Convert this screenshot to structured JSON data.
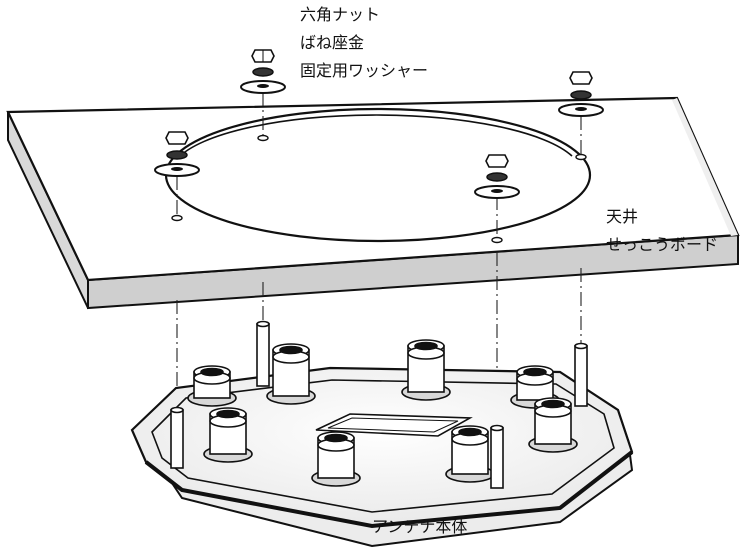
{
  "callouts": {
    "hardware": [
      "六角ナット",
      "ばね座金",
      "固定用ワッシャー"
    ],
    "ceiling": [
      "天井",
      "せっこうボード"
    ],
    "antenna": "アンテナ本体"
  }
}
